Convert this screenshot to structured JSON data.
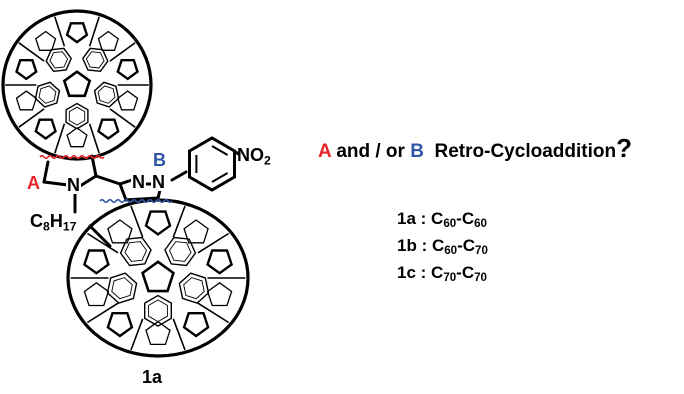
{
  "question": {
    "bond_a": "A",
    "connector": "and / or",
    "bond_b": "B",
    "phrase": "Retro-Cycloaddition",
    "mark": "?"
  },
  "compounds": [
    {
      "id": "1a",
      "sep": " : ",
      "c1": "C",
      "n1": "60",
      "dash": "-",
      "c2": "C",
      "n2": "60"
    },
    {
      "id": "1b",
      "sep": " : ",
      "c1": "C",
      "n1": "60",
      "dash": "-",
      "c2": "C",
      "n2": "70"
    },
    {
      "id": "1c",
      "sep": " : ",
      "c1": "C",
      "n1": "70",
      "dash": "-",
      "c2": "C",
      "n2": "70"
    }
  ],
  "structure": {
    "name": "1a",
    "label_a": "A",
    "label_b": "B",
    "n_pyrrolidine": "N",
    "n_pyrazoline_1": "N",
    "n_pyrazoline_2": "N",
    "nitro": {
      "main": "NO",
      "sub": "2"
    },
    "alkyl": {
      "c": "C",
      "c_sub": "8",
      "h": "H",
      "h_sub": "17"
    }
  },
  "colors": {
    "bond_a": "#e8262a",
    "bond_b": "#2f55a4",
    "ink": "#000000"
  }
}
